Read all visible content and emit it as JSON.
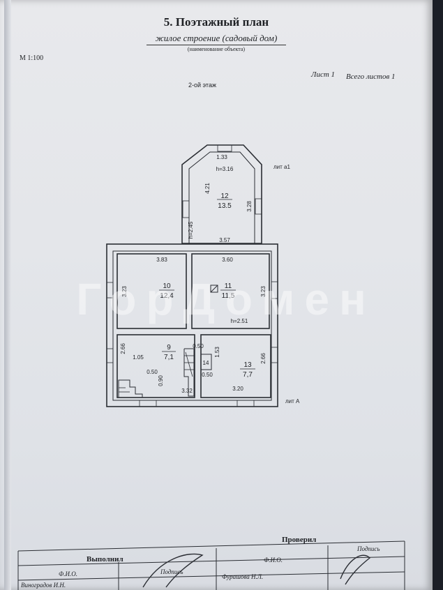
{
  "header": {
    "title": "5. Поэтажный план",
    "subtitle": "жилое строение (садовый дом)",
    "subtitle_caption": "(наименование объекта)",
    "scale": "М 1:100",
    "sheet_label": "Лист 1",
    "sheets_total_label": "Всего листов 1",
    "floor_label": "2-ой этаж"
  },
  "watermark": "ГорДомен",
  "plan": {
    "rooms": [
      {
        "number": "12",
        "area": "13.5"
      },
      {
        "number": "10",
        "area": "12,4"
      },
      {
        "number": "11",
        "area": "11,5"
      },
      {
        "number": "9",
        "area": "7,1"
      },
      {
        "number": "13",
        "area": "7,7"
      },
      {
        "number": "14",
        "area": ""
      }
    ],
    "dimensions": {
      "d_133": "1.33",
      "d_h316": "h=3.16",
      "d_421": "4.21",
      "d_328": "3.28",
      "d_h245": "h=2.45",
      "d_357": "3.57",
      "d_383": "3.83",
      "d_360": "3.60",
      "d_323a": "3.23",
      "d_323b": "3.23",
      "d_h251": "h=2.51",
      "d_266a": "2.66",
      "d_105": "1.05",
      "d_050a": "0.50",
      "d_050b": "0.50",
      "d_090": "0.90",
      "d_332": "3.32",
      "d_050c": "0.50",
      "d_153": "1.53",
      "d_266b": "2.66",
      "d_320": "3.20"
    },
    "lit_a1": "лит а1",
    "lit_a": "лит А"
  },
  "signatures": {
    "done": "Выполнил",
    "checked": "Проверил",
    "fio": "Ф.И.О.",
    "signature": "Подпись",
    "name_done": "Виноградов И.Н.",
    "name_checked": "Фурашова Н.Л."
  }
}
